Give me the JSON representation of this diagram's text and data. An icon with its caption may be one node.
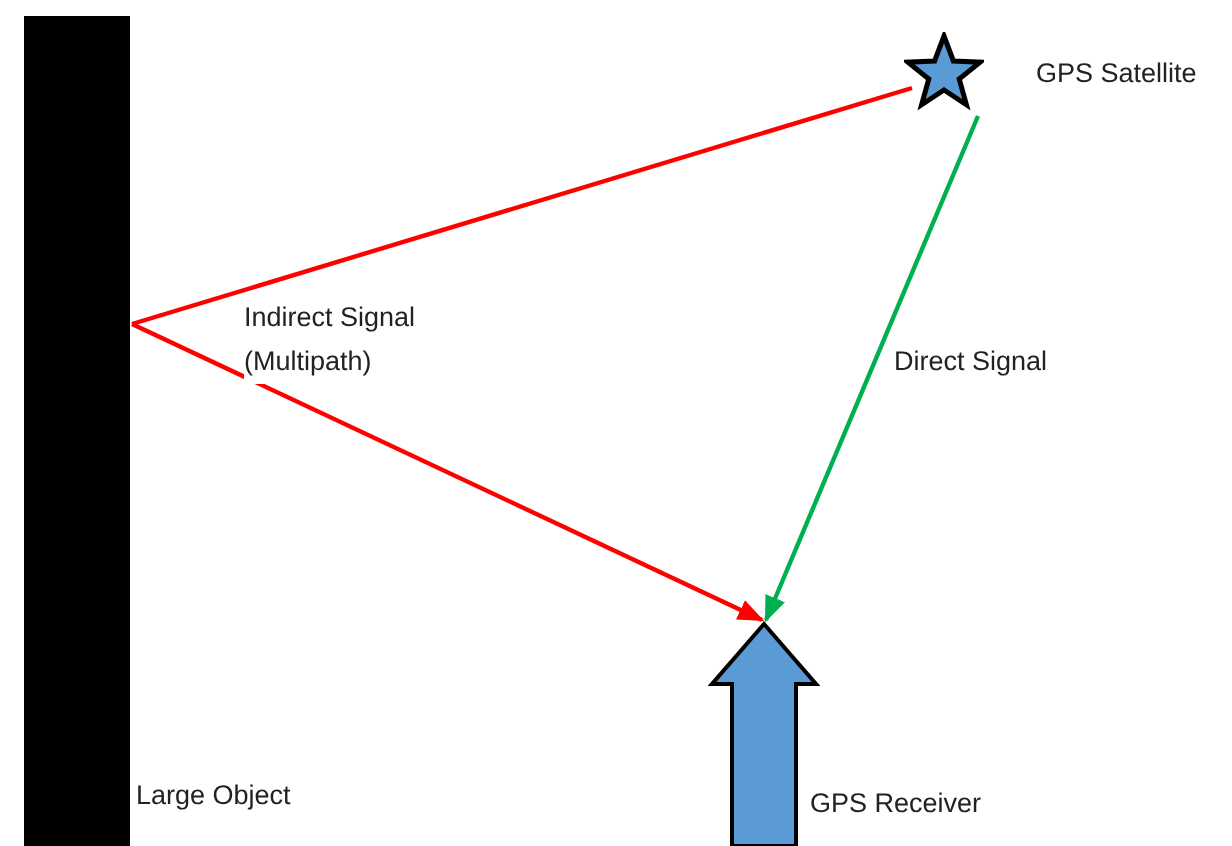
{
  "diagram": {
    "nodes": [
      {
        "text": [
          "GPS Satellite"
        ]
      },
      {
        "text": [
          "Large Object"
        ]
      },
      {
        "text": [
          "GPS Receiver"
        ]
      }
    ],
    "edges": [
      {
        "from": 0,
        "to": 1,
        "arrow": "none"
      },
      {
        "from": 1,
        "to": 2,
        "arrow": "to",
        "label": "Indirect Signal (Multipath)"
      },
      {
        "from": 0,
        "to": 2,
        "arrow": "to",
        "label": "Direct Signal",
        "color": "#00b050"
      }
    ]
  }
}
